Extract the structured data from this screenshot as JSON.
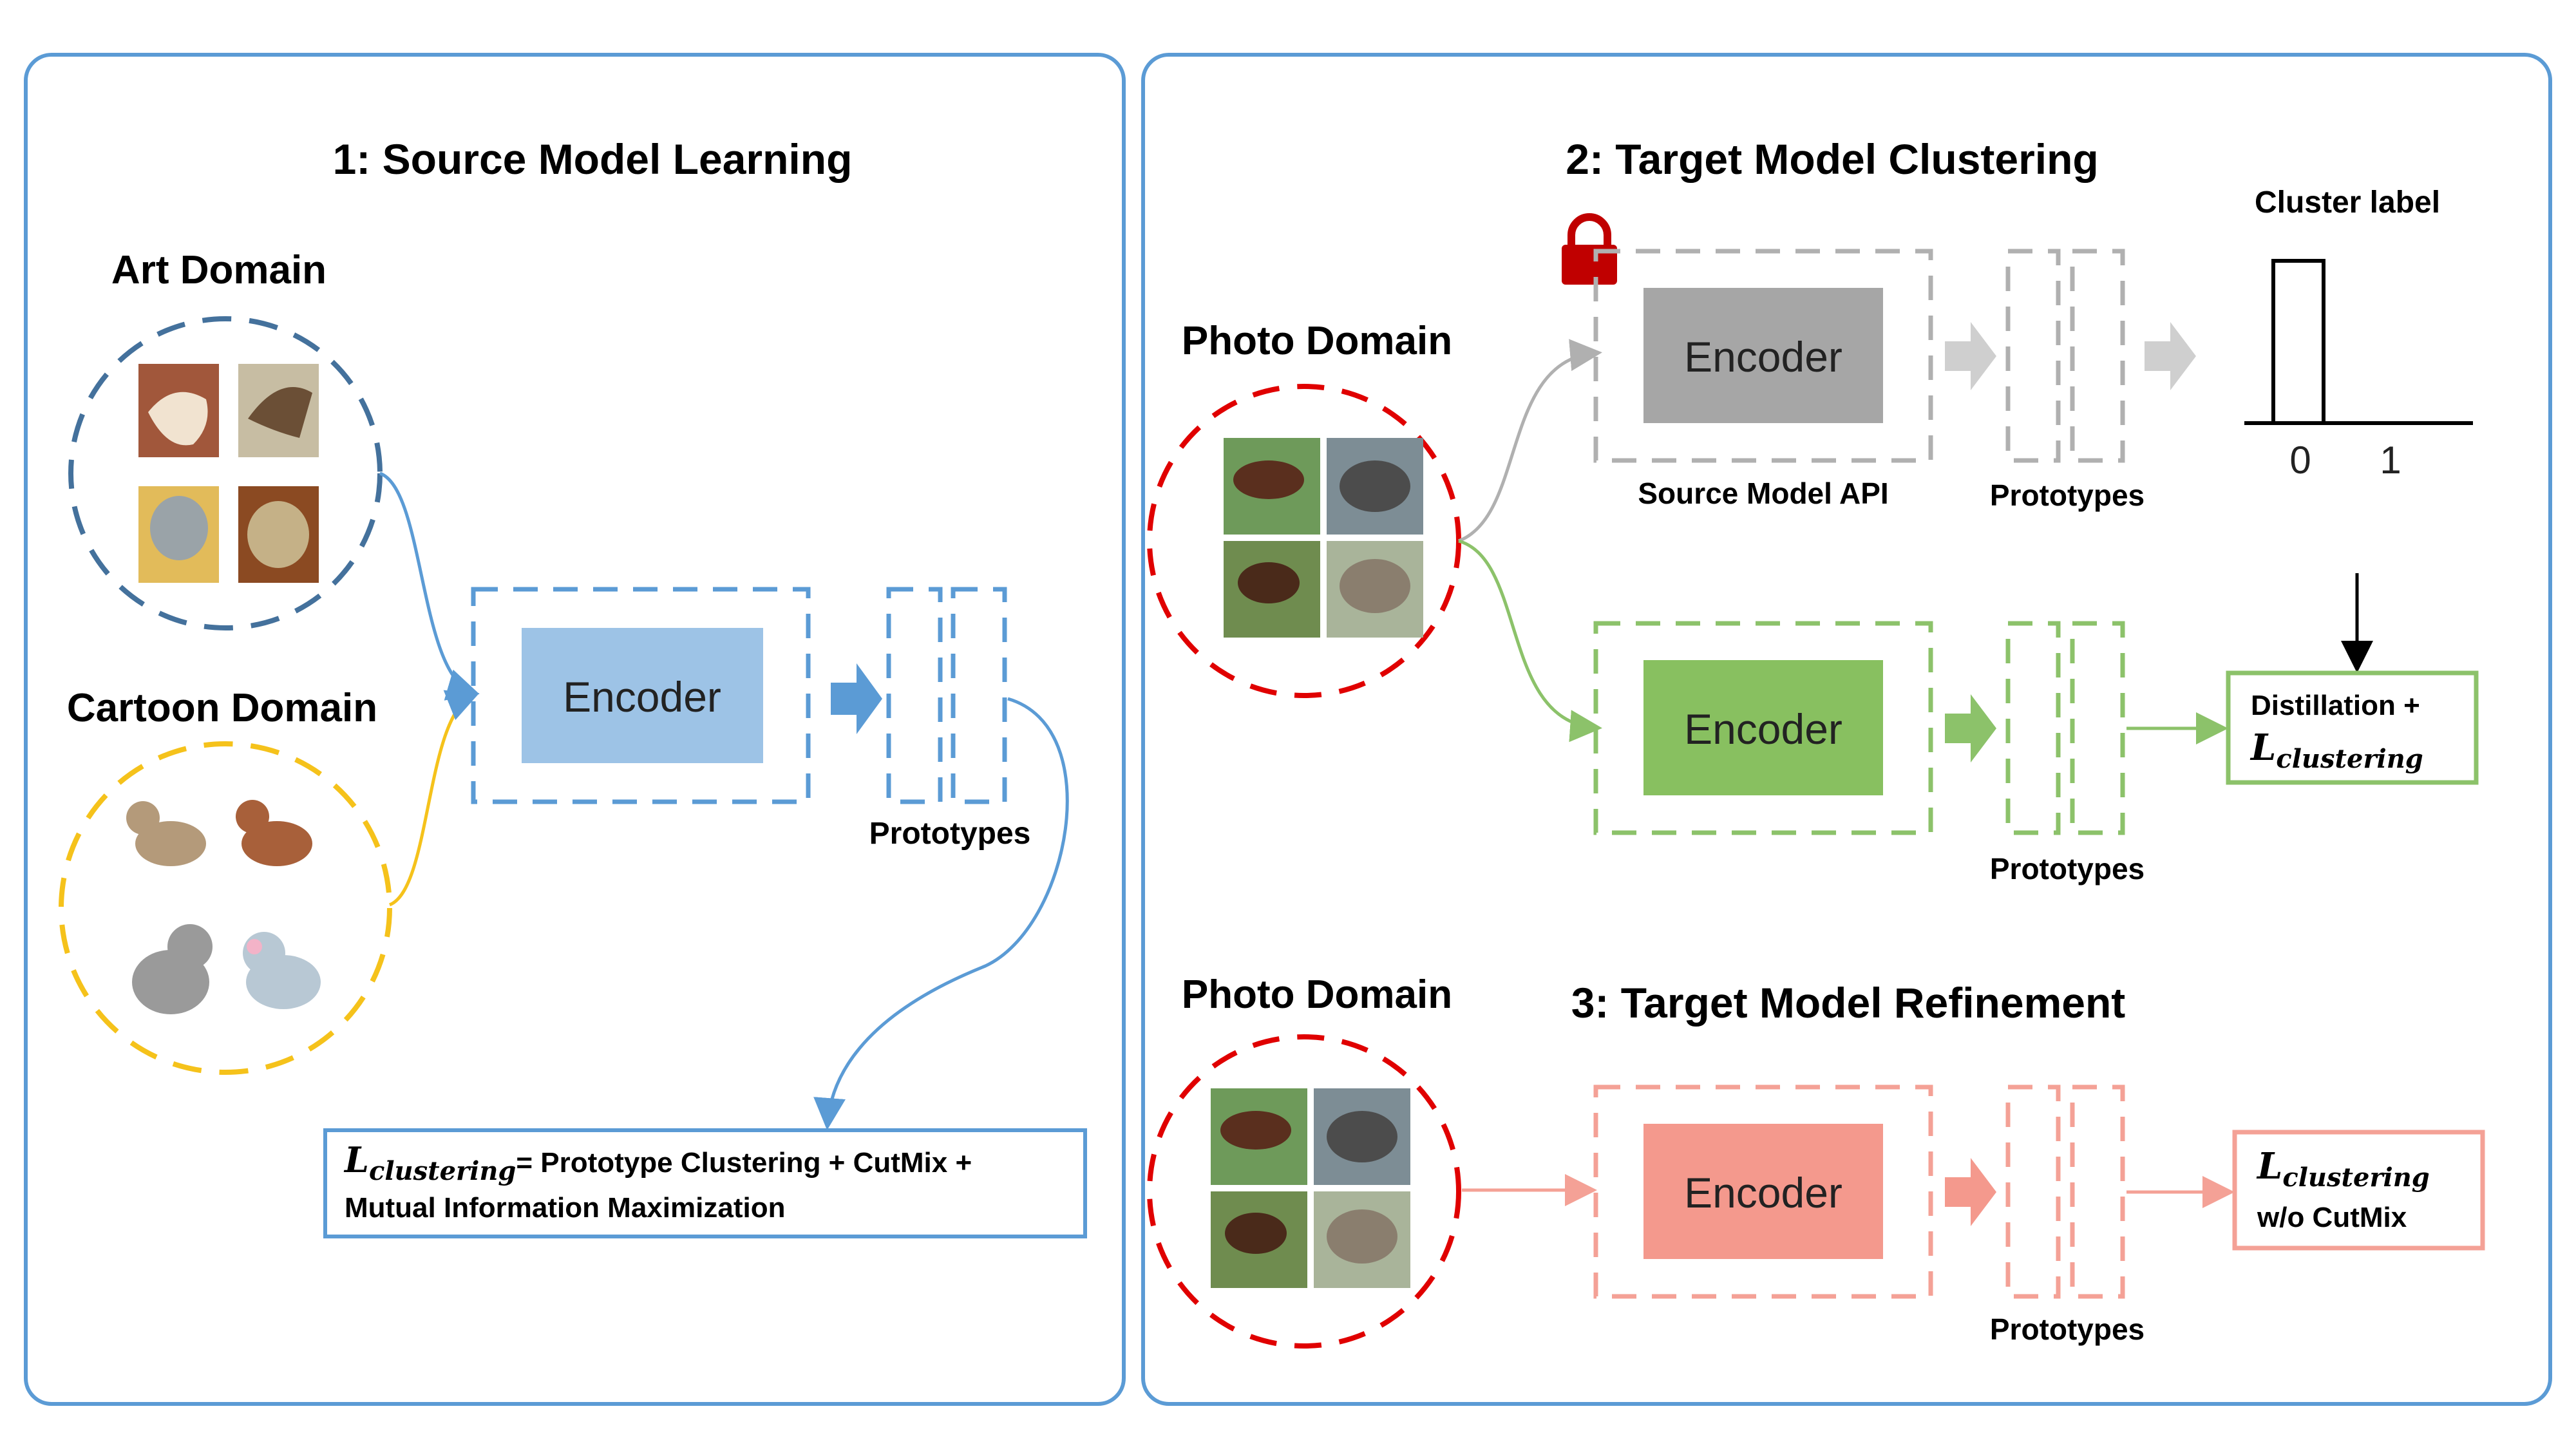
{
  "panel1": {
    "title": "1: Source Model Learning",
    "art_domain": "Art Domain",
    "cartoon_domain": "Cartoon Domain",
    "encoder": "Encoder",
    "prototypes": "Prototypes",
    "loss": {
      "symbol_main": "L",
      "symbol_sub": "clustering",
      "line1_rest": "= Prototype Clustering + CutMix +",
      "line2": "Mutual Information Maximization"
    }
  },
  "panel2": {
    "title": "2: Target Model Clustering",
    "photo_domain": "Photo Domain",
    "source_encoder": "Encoder",
    "source_api": "Source Model API",
    "prototypes_top": "Prototypes",
    "cluster_label": "Cluster label",
    "tick0": "0",
    "tick1": "1",
    "target_encoder": "Encoder",
    "prototypes_mid": "Prototypes",
    "distill_line1": "Distillation +",
    "distill_symbol": "L",
    "distill_sub": "clustering"
  },
  "panel3": {
    "title": "3: Target Model Refinement",
    "photo_domain": "Photo Domain",
    "encoder": "Encoder",
    "prototypes": "Prototypes",
    "loss_symbol": "L",
    "loss_sub": "clustering",
    "loss_line2": "w/o CutMix"
  },
  "colors": {
    "panel_border": "#5b9bd5",
    "blue": "#5b9bd5",
    "blue_fill": "#9dc3e6",
    "navy": "#44719c",
    "yellow": "#f5c21b",
    "red": "#e00000",
    "gray": "#b0b0b0",
    "gray_fill": "#a6a6a6",
    "green": "#8cc26a",
    "green_fill": "#88c060",
    "salmon": "#f4a196",
    "salmon_fill": "#f4998d",
    "lock": "#c00000"
  }
}
